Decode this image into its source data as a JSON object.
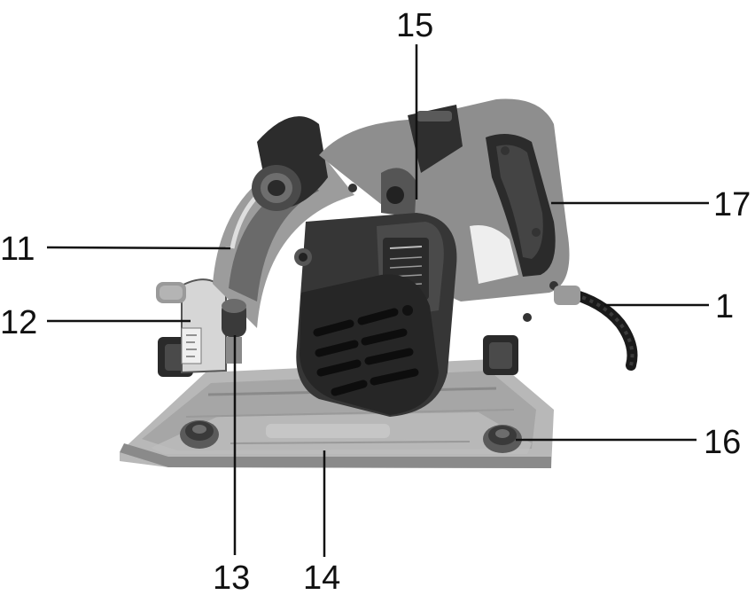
{
  "colors": {
    "background": "#ffffff",
    "body_gray": "#8e8e8e",
    "body_light": "#b5b5b5",
    "body_dark": "#3c3c3c",
    "rubber_black": "#1e1e1e",
    "leader_line": "#111111"
  },
  "callouts": [
    {
      "id": "c1",
      "label": "1"
    },
    {
      "id": "c11",
      "label": "11"
    },
    {
      "id": "c12",
      "label": "12"
    },
    {
      "id": "c13",
      "label": "13"
    },
    {
      "id": "c14",
      "label": "14"
    },
    {
      "id": "c15",
      "label": "15"
    },
    {
      "id": "c16",
      "label": "16"
    },
    {
      "id": "c17",
      "label": "17"
    }
  ]
}
